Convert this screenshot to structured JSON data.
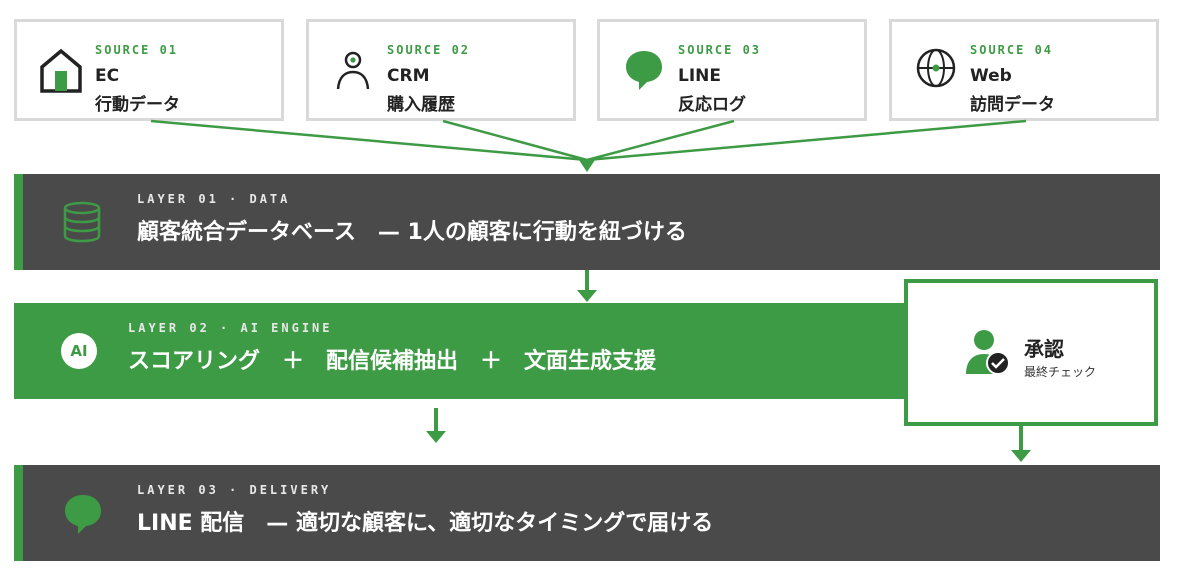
{
  "sources": [
    {
      "tag": "SOURCE 01",
      "name": "EC",
      "sub": "行動データ",
      "icon": "store-icon"
    },
    {
      "tag": "SOURCE 02",
      "name": "CRM",
      "sub": "購入履歴",
      "icon": "user-icon"
    },
    {
      "tag": "SOURCE 03",
      "name": "LINE",
      "sub": "反応ログ",
      "icon": "chat-bubble-icon"
    },
    {
      "tag": "SOURCE 04",
      "name": "Web",
      "sub": "訪問データ",
      "icon": "globe-icon"
    }
  ],
  "layers": [
    {
      "tag": "LAYER 01 · DATA",
      "title": "顧客統合データベース　— 1人の顧客に行動を紐づける",
      "icon": "database-icon"
    },
    {
      "tag": "LAYER 02 · AI ENGINE",
      "title": "スコアリング　＋　配信候補抽出　＋　文面生成支援",
      "icon": "ai-badge-icon",
      "badge": "AI"
    },
    {
      "tag": "LAYER 03 · DELIVERY",
      "title": "LINE 配信　— 適切な顧客に、適切なタイミングで届ける",
      "icon": "chat-bubble-icon"
    }
  ],
  "approval": {
    "title": "承認",
    "sub": "最終チェック",
    "icon": "user-check-icon"
  },
  "colors": {
    "accent": "#3e9b45",
    "dark": "#4a4a4a",
    "card_border": "#d9d9d9"
  }
}
